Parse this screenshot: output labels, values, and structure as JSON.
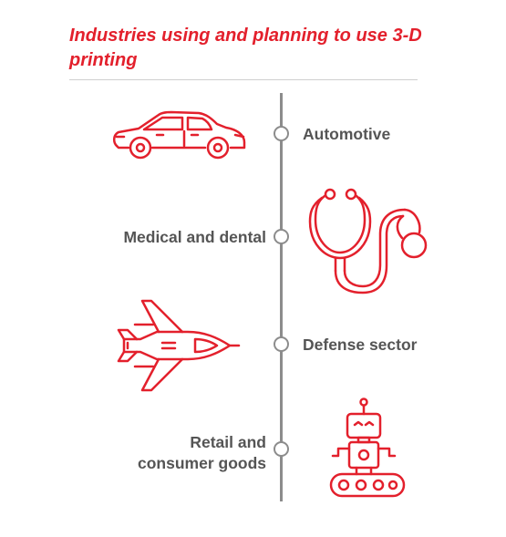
{
  "title": "Industries using and planning to use 3-D printing",
  "accent_color": "#e3202c",
  "axis_color": "#8c8c8c",
  "label_color": "#555555",
  "industries": [
    {
      "label": "Automotive",
      "icon": "car-icon"
    },
    {
      "label": "Medical and dental",
      "icon": "stethoscope-icon"
    },
    {
      "label": "Defense sector",
      "icon": "fighter-jet-icon"
    },
    {
      "label_line1": "Retail and",
      "label_line2": "consumer goods",
      "icon": "robot-icon"
    }
  ]
}
